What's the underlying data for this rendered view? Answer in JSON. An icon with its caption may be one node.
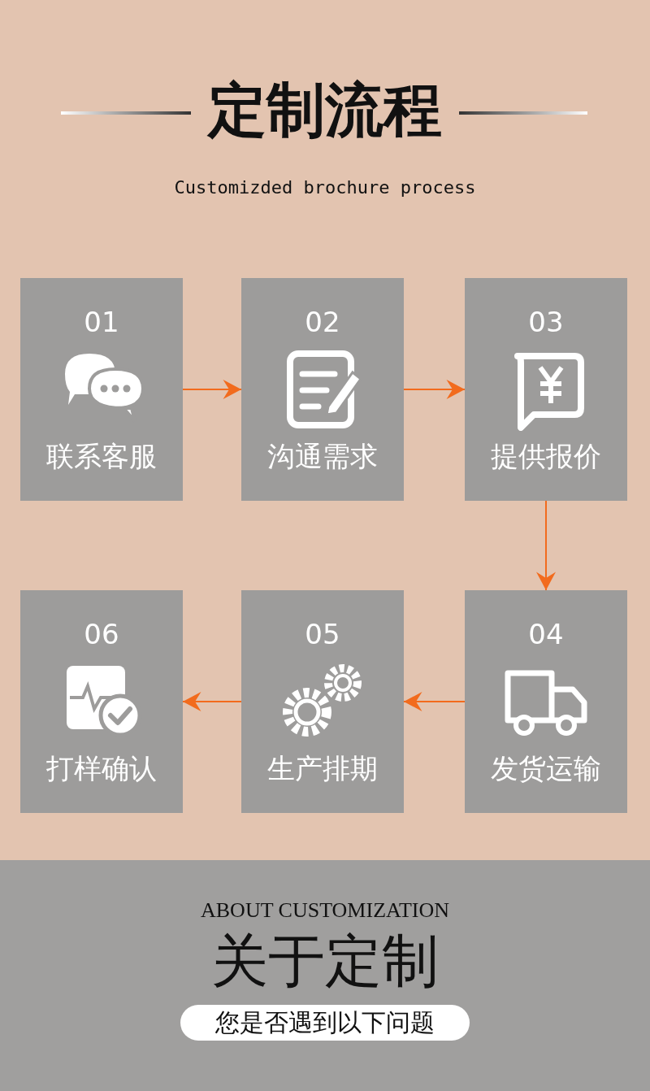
{
  "diagram": {
    "title": "定制流程",
    "nodes": [
      {
        "text": [
          "01",
          "联系客服"
        ]
      },
      {
        "text": [
          "02",
          "沟通需求"
        ]
      },
      {
        "text": [
          "03",
          "提供报价"
        ]
      },
      {
        "text": [
          "04",
          "发货运输"
        ]
      },
      {
        "text": [
          "05",
          "生产排期"
        ]
      },
      {
        "text": [
          "06",
          "打样确认"
        ]
      },
      {
        "text": [
          "您是否遇到以下问题"
        ]
      }
    ],
    "edges": [
      {
        "from": 0,
        "to": 1,
        "arrow": "to"
      },
      {
        "from": 1,
        "to": 2,
        "arrow": "to"
      },
      {
        "from": 2,
        "to": 3,
        "arrow": "to"
      },
      {
        "from": 3,
        "to": 4,
        "arrow": "to"
      },
      {
        "from": 4,
        "to": 5,
        "arrow": "to"
      }
    ],
    "labels": [
      "Customizded brochure process",
      "ABOUT CUSTOMIZATION",
      "关于定制"
    ]
  }
}
